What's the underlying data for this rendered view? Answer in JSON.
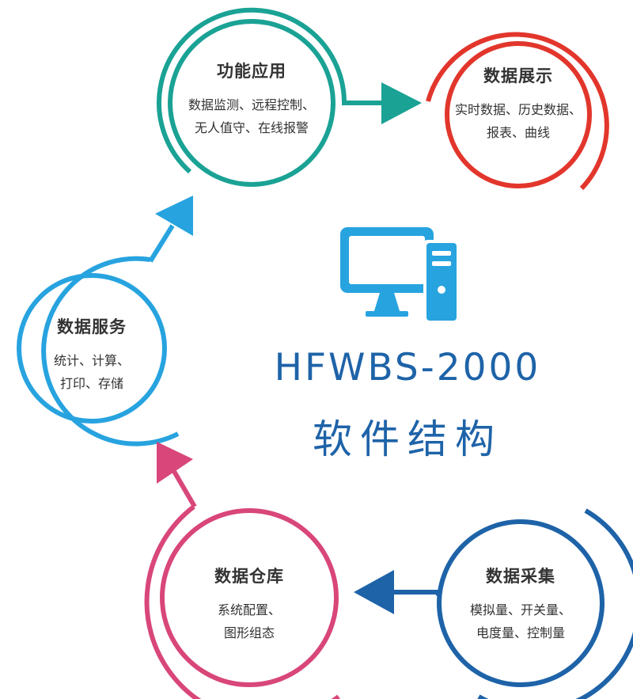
{
  "colors": {
    "teal": "#1aa295",
    "red": "#e2362c",
    "lightblue": "#27a3df",
    "pink": "#d8467a",
    "darkblue": "#1e63a8"
  },
  "center": {
    "icon": "computer-icon",
    "line1": "HFWBS-2000",
    "line2": "软件结构"
  },
  "nodes": {
    "function": {
      "title": "功能应用",
      "desc1": "数据监测、远程控制、",
      "desc2": "无人值守、在线报警"
    },
    "display": {
      "title": "数据展示",
      "desc1": "实时数据、历史数据、",
      "desc2": "报表、曲线"
    },
    "service": {
      "title": "数据服务",
      "desc1": "统计、计算、",
      "desc2": "打印、存储"
    },
    "warehouse": {
      "title": "数据仓库",
      "desc1": "系统配置、",
      "desc2": "图形组态"
    },
    "collect": {
      "title": "数据采集",
      "desc1": "模拟量、开关量、",
      "desc2": "电度量、控制量"
    }
  }
}
